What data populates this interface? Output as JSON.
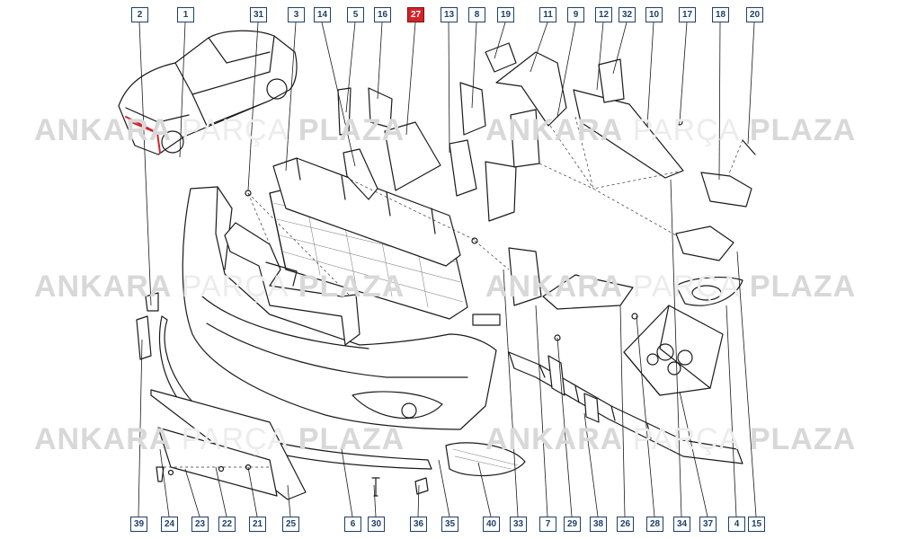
{
  "watermark": {
    "brand_left": "ANKARA",
    "brand_mid": "PARÇA",
    "brand_right": "PLAZA"
  },
  "highlight_color": "#d3232a",
  "callouts_top": [
    "2",
    "1",
    "31",
    "3",
    "14",
    "5",
    "16",
    "27",
    "13",
    "8",
    "19",
    "11",
    "9",
    "12",
    "32",
    "10",
    "17",
    "18",
    "20"
  ],
  "callouts_bottom": [
    "39",
    "24",
    "23",
    "22",
    "21",
    "25",
    "6",
    "30",
    "36",
    "35",
    "40",
    "33",
    "7",
    "29",
    "38",
    "26",
    "28",
    "34",
    "37",
    "4",
    "15"
  ],
  "highlighted": "27"
}
